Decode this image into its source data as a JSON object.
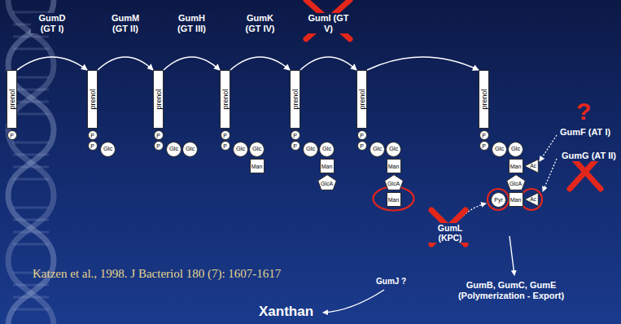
{
  "diagram": {
    "nodes": [
      {
        "text": [
          "prenol"
        ]
      },
      {
        "text": [
          "P"
        ]
      },
      {
        "text": [
          "prenol"
        ]
      },
      {
        "text": [
          "P"
        ]
      },
      {
        "text": [
          "P"
        ]
      },
      {
        "text": [
          "Glc"
        ]
      },
      {
        "text": [
          "prenol"
        ]
      },
      {
        "text": [
          "P"
        ]
      },
      {
        "text": [
          "P"
        ]
      },
      {
        "text": [
          "Glc"
        ]
      },
      {
        "text": [
          "Glc"
        ]
      },
      {
        "text": [
          "prenol"
        ]
      },
      {
        "text": [
          "P"
        ]
      },
      {
        "text": [
          "P"
        ]
      },
      {
        "text": [
          "Glc"
        ]
      },
      {
        "text": [
          "Glc"
        ]
      },
      {
        "text": [
          "Man"
        ]
      },
      {
        "text": [
          "prenol"
        ]
      },
      {
        "text": [
          "P"
        ]
      },
      {
        "text": [
          "P"
        ]
      },
      {
        "text": [
          "Glc"
        ]
      },
      {
        "text": [
          "Glc"
        ]
      },
      {
        "text": [
          "Man"
        ]
      },
      {
        "text": [
          "GlcA"
        ]
      },
      {
        "text": [
          "prenol"
        ]
      },
      {
        "text": [
          "P"
        ]
      },
      {
        "text": [
          "P"
        ]
      },
      {
        "text": [
          "Glc"
        ]
      },
      {
        "text": [
          "Glc"
        ]
      },
      {
        "text": [
          "Man"
        ]
      },
      {
        "text": [
          "GlcA"
        ]
      },
      {
        "text": [
          "Man"
        ]
      },
      {
        "text": [
          "prenol"
        ]
      },
      {
        "text": [
          "P"
        ]
      },
      {
        "text": [
          "P"
        ]
      },
      {
        "text": [
          "Glc"
        ]
      },
      {
        "text": [
          "Glc"
        ]
      },
      {
        "text": [
          "Man"
        ]
      },
      {
        "text": [
          "Ac"
        ]
      },
      {
        "text": [
          "GlcA"
        ]
      },
      {
        "text": [
          "Man"
        ]
      },
      {
        "text": [
          "Ac"
        ]
      },
      {
        "text": [
          "Pyr"
        ]
      }
    ],
    "edges": [
      {
        "from": 0,
        "to": 2,
        "arrow": "to",
        "label": "GumD (GT I)"
      },
      {
        "from": 2,
        "to": 6,
        "arrow": "to",
        "label": "GumM (GT II)"
      },
      {
        "from": 6,
        "to": 11,
        "arrow": "to",
        "label": "GumH (GT III)"
      },
      {
        "from": 11,
        "to": 17,
        "arrow": "to",
        "label": "GumK (GT IV)"
      },
      {
        "from": 17,
        "to": 24,
        "arrow": "to",
        "label": "GumI (GT V)"
      },
      {
        "from": 24,
        "to": 32,
        "arrow": "to"
      }
    ],
    "labels": [
      "GumF (AT I)",
      "?",
      "GumG (AT II)",
      "GumL (KPC)",
      "GumB, GumC, GumE (Polymerization - Export)",
      "GumJ ?",
      "Xanthan",
      "Katzen et al., 1998. J Bacteriol 180 (7): 1607-1617"
    ]
  }
}
